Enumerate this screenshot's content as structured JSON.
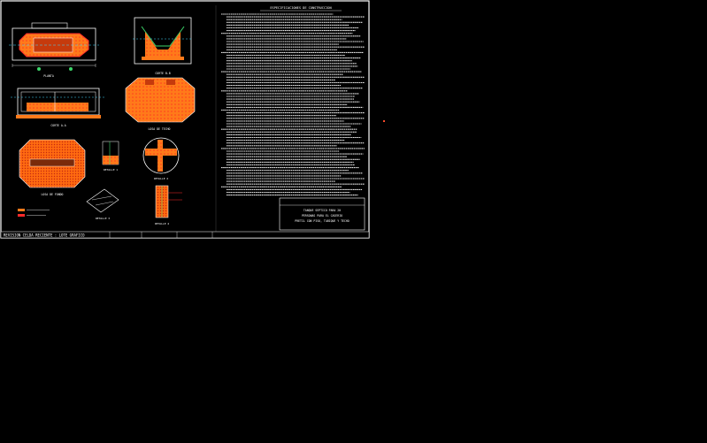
{
  "colors": {
    "background": "#000000",
    "frame": "#ffffff",
    "hatch": "#ff7a1a",
    "hatch_dot": "#ff3b1f",
    "outline": "#ffffff",
    "accent_cyan": "#41d9ff",
    "accent_green": "#3cd66a",
    "accent_red": "#ff2a2a",
    "spec_text": "#e8e8e8"
  },
  "drawing": {
    "spec_heading": "ESPECIFICACIONES DE CONSTRUCCION",
    "title_block": {
      "lines": [
        "TANQUE SEPTICO PARA 20",
        "PERSONAS PARA EL CASERIO",
        "PRETIL CON PISO, TABIQUE Y TECHO"
      ]
    },
    "status_bar_text": "REVISION CELDA RECIENTE : LOTE GRAFICO",
    "view_labels": [
      "PLANTA",
      "CORTE A-A",
      "CORTE B-B",
      "LOSA DE FONDO",
      "LOSA DE TECHO",
      "DETALLE 1",
      "DETALLE 2",
      "DETALLE 3",
      "DETALLE 4"
    ]
  }
}
